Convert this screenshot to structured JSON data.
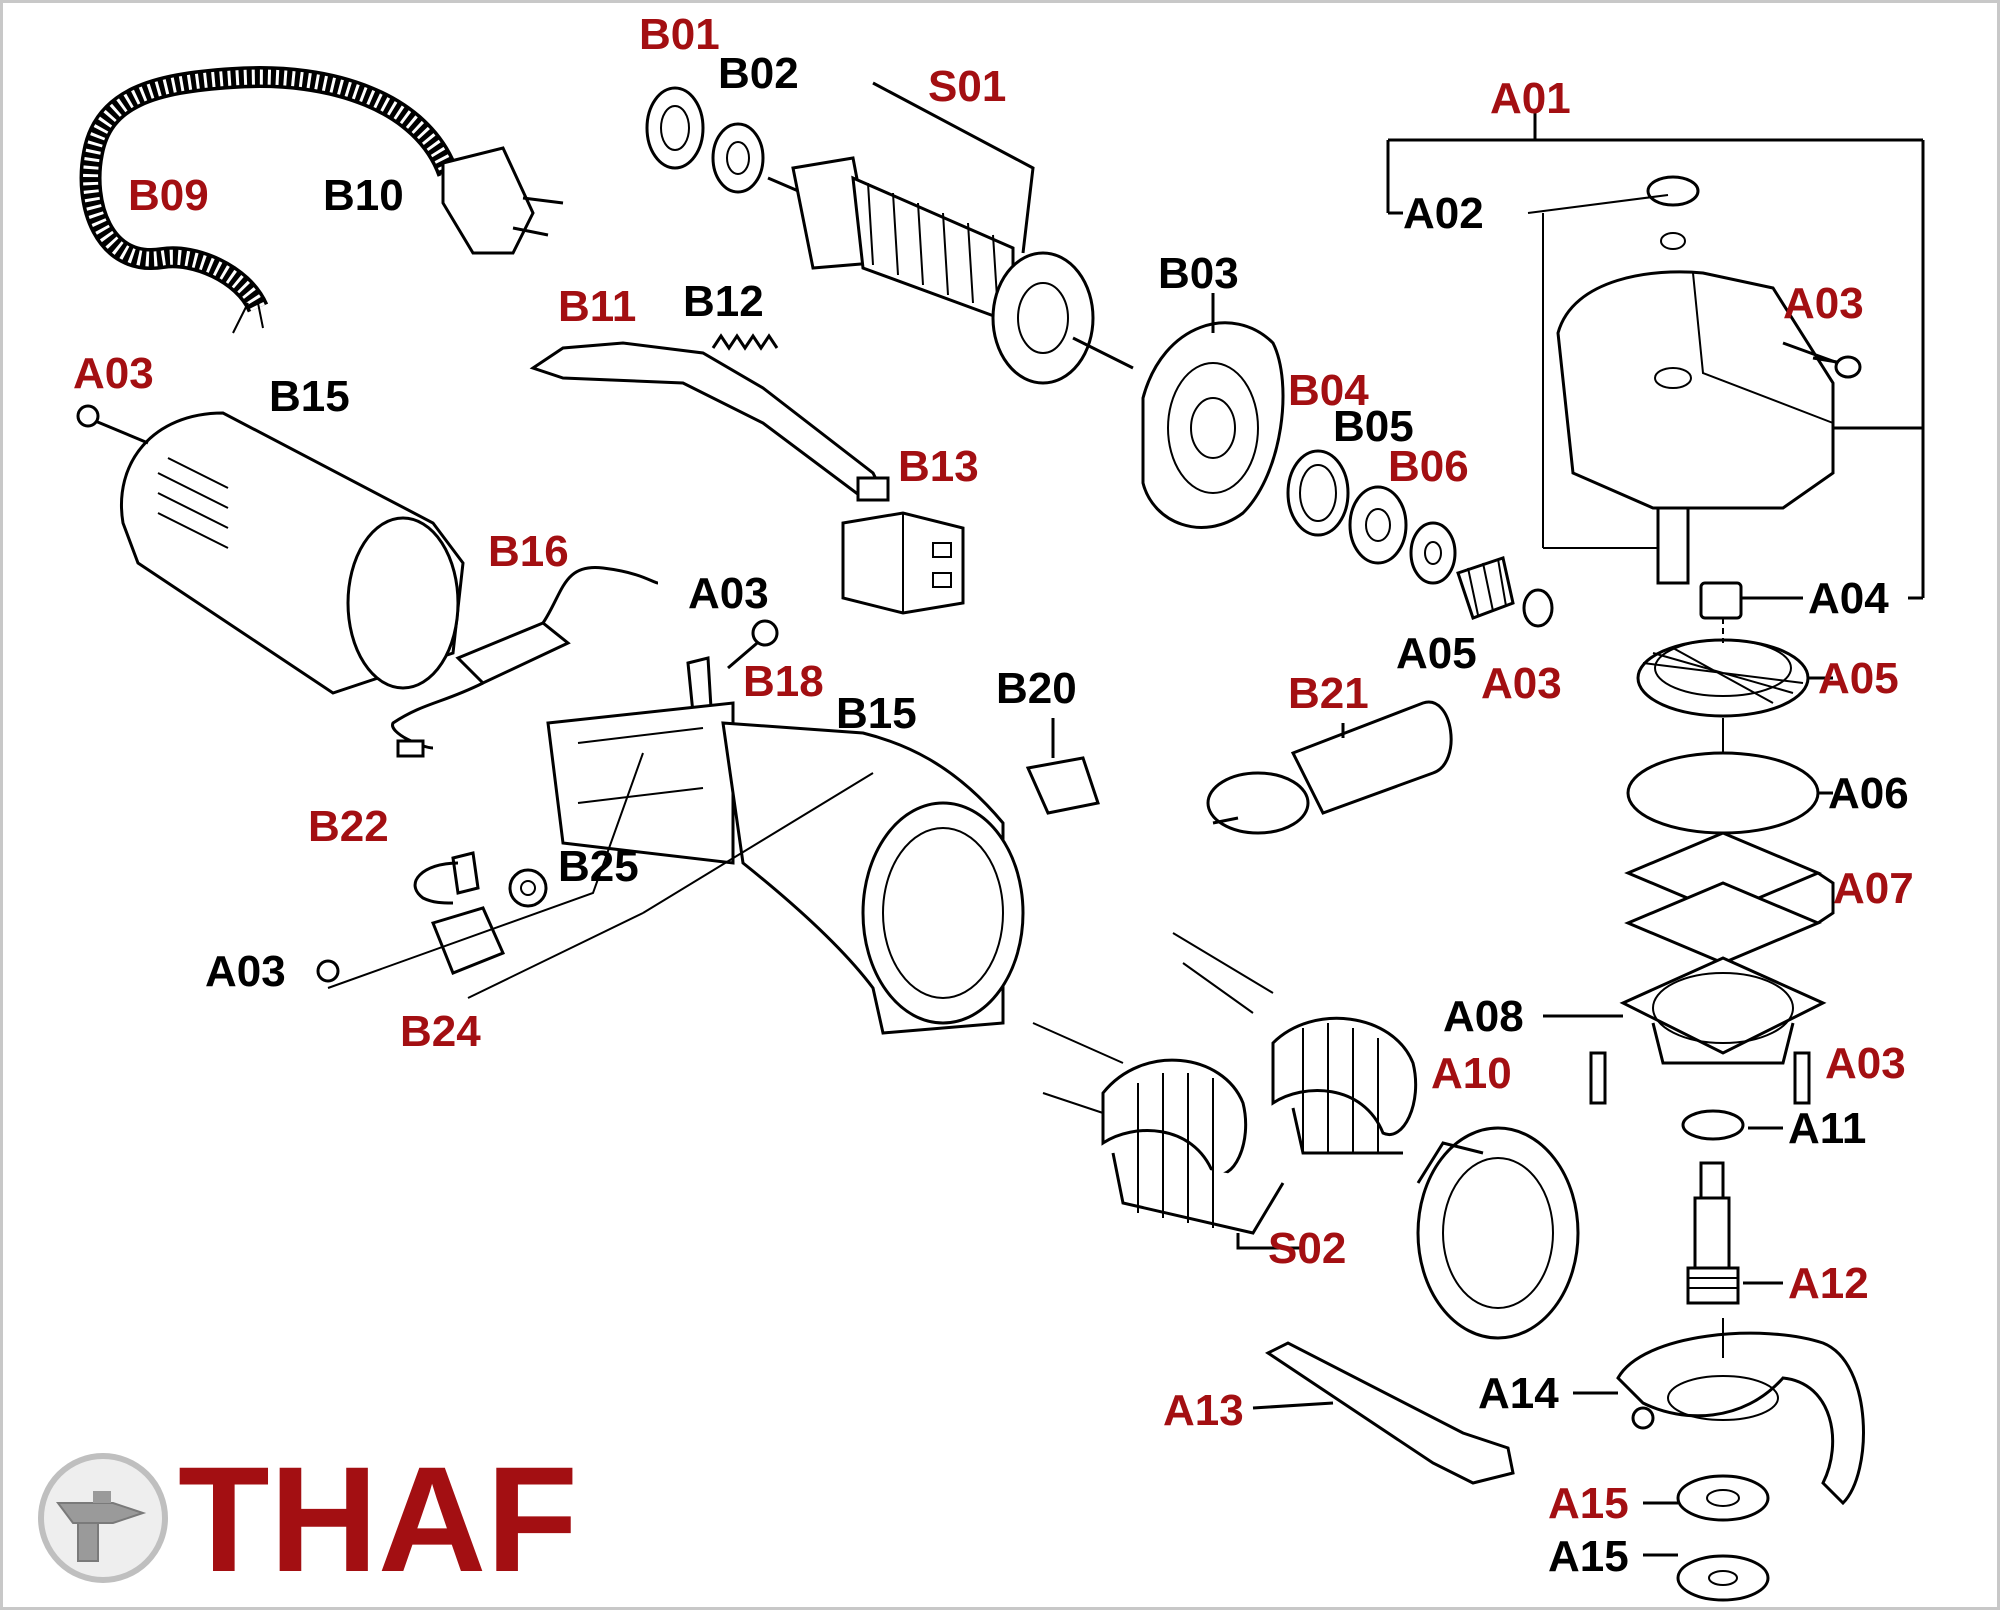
{
  "colors": {
    "red": "#a30f12",
    "black": "#000000",
    "frame": "#c8c8c8"
  },
  "brand": {
    "name": "THAF",
    "logo_icon": "drill-logo-icon"
  },
  "labels": {
    "B01": "B01",
    "B02": "B02",
    "S01": "S01",
    "A01": "A01",
    "B09": "B09",
    "B10": "B10",
    "A02": "A02",
    "B03": "B03",
    "B11": "B11",
    "B12": "B12",
    "A03_1": "A03",
    "A03_2": "A03",
    "B15_1": "B15",
    "B04": "B04",
    "B05": "B05",
    "B13": "B13",
    "B06": "B06",
    "B16": "B16",
    "A03_3": "A03",
    "A04": "A04",
    "A05_1": "A05",
    "A03_4": "A03",
    "A05_2": "A05",
    "B18": "B18",
    "B15_2": "B15",
    "B20": "B20",
    "B21": "B21",
    "A06": "A06",
    "B22": "B22",
    "B25": "B25",
    "A07": "A07",
    "A03_5": "A03",
    "A08": "A08",
    "B24": "B24",
    "A03_6": "A03",
    "A10": "A10",
    "A11": "A11",
    "S02": "S02",
    "A12": "A12",
    "A14": "A14",
    "A13": "A13",
    "A15_1": "A15",
    "A15_2": "A15"
  }
}
